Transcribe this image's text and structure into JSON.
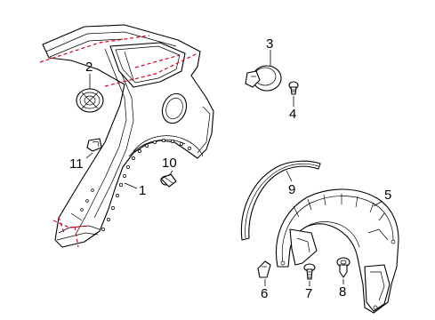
{
  "diagram": {
    "callouts": [
      {
        "id": "1",
        "label": "1"
      },
      {
        "id": "2",
        "label": "2"
      },
      {
        "id": "3",
        "label": "3"
      },
      {
        "id": "4",
        "label": "4"
      },
      {
        "id": "5",
        "label": "5"
      },
      {
        "id": "6",
        "label": "6"
      },
      {
        "id": "7",
        "label": "7"
      },
      {
        "id": "8",
        "label": "8"
      },
      {
        "id": "9",
        "label": "9"
      },
      {
        "id": "10",
        "label": "10"
      },
      {
        "id": "11",
        "label": "11"
      }
    ],
    "colors": {
      "line": "#000000",
      "cut_line": "#e0001b",
      "background": "#ffffff"
    }
  }
}
